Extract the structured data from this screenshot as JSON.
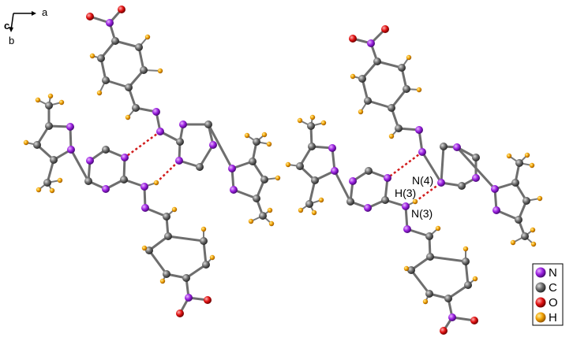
{
  "axes": {
    "a": "a",
    "b": "b",
    "c": "c"
  },
  "labels": {
    "n4": "N(4)",
    "h3": "H(3)",
    "n3": "N(3)"
  },
  "legend": [
    {
      "symbol": "N",
      "color": "#9a1fe0"
    },
    {
      "symbol": "C",
      "color": "#6a6a6a"
    },
    {
      "symbol": "O",
      "color": "#e01010"
    },
    {
      "symbol": "H",
      "color": "#f0a000"
    }
  ],
  "colors": {
    "N": "#9a1fe0",
    "C": "#6a6a6a",
    "O": "#e01010",
    "H": "#f0a000",
    "hbond": "#d11c1c"
  }
}
